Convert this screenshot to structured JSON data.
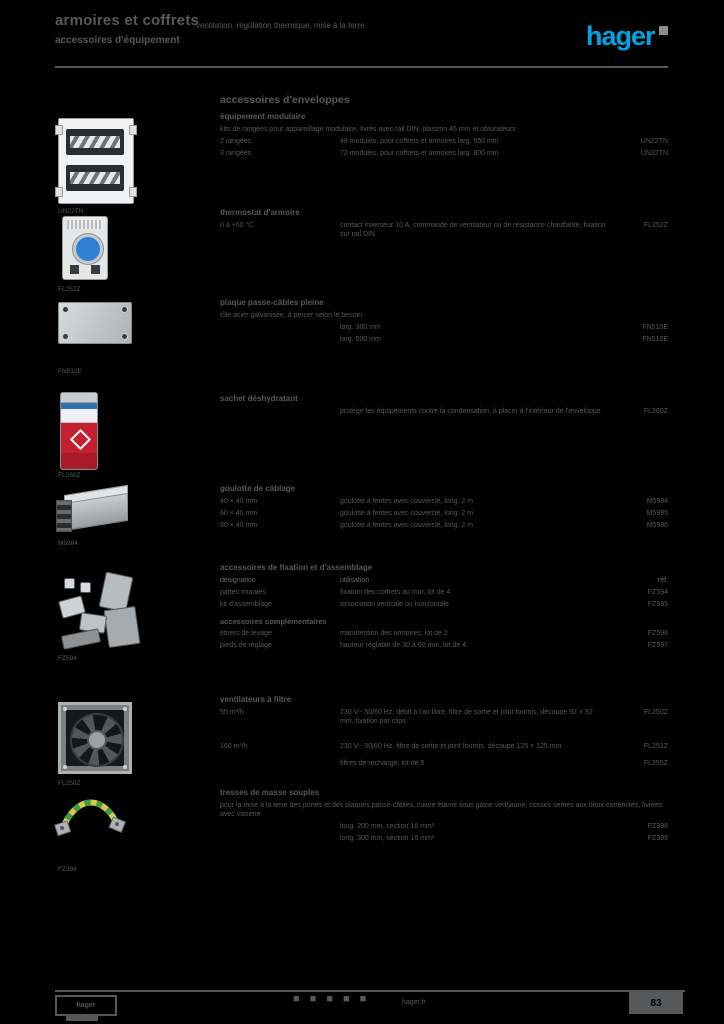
{
  "page": {
    "background_color": "#000000",
    "text_color": "#57585a",
    "accent_color": "#00a4e4"
  },
  "header": {
    "title_line1": "armoires et coffrets",
    "title_line2": "accessoires d'équipement",
    "subtitle": "ventilation, régulation thermique, mise à la terre",
    "brand": "hager"
  },
  "section": {
    "heading": "accessoires d'enveloppes"
  },
  "products": [
    {
      "caption": "UN22TN",
      "heading": "équipement modulaire",
      "intro": "kits de rangées pour appareillage modulaire, livrés avec rail DIN, plastron 45 mm et obturateurs",
      "rows": [
        {
          "label": "2 rangées",
          "desc": "48 modules, pour coffrets et armoires larg. 550 mm",
          "ref": "UN22TN"
        },
        {
          "label": "3 rangées",
          "desc": "72 modules, pour coffrets et armoires larg. 800 mm",
          "ref": "UN32TN"
        }
      ]
    },
    {
      "caption": "FL252Z",
      "heading": "thermostat d'armoire",
      "rows": [
        {
          "label": "0 à +60 °C",
          "desc": "contact inverseur 10 A, commande de ventilateur ou de résistance chauffante, fixation sur rail DIN",
          "ref": "FL252Z"
        }
      ]
    },
    {
      "caption": "FN512E",
      "heading": "plaque passe-câbles pleine",
      "intro": "tôle acier galvanisée, à percer selon le besoin",
      "rows": [
        {
          "label": "",
          "desc": "larg. 300 mm",
          "ref": "FN510E"
        },
        {
          "label": "",
          "desc": "larg. 500 mm",
          "ref": "FN512E"
        }
      ]
    },
    {
      "caption": "FL260Z",
      "heading": "sachet déshydratant",
      "rows": [
        {
          "label": "",
          "desc": "protège les équipements contre la condensation, à placer à l'intérieur de l'enveloppe",
          "ref": "FL260Z"
        }
      ]
    },
    {
      "caption": "M5984",
      "heading": "goulotte de câblage",
      "rows": [
        {
          "label": "40 × 40 mm",
          "desc": "goulotte à fentes avec couvercle, long. 2 m",
          "ref": "M5984"
        },
        {
          "label": "60 × 40 mm",
          "desc": "goulotte à fentes avec couvercle, long. 2 m",
          "ref": "M5985"
        },
        {
          "label": "80 × 40 mm",
          "desc": "goulotte à fentes avec couvercle, long. 2 m",
          "ref": "M5986"
        }
      ]
    },
    {
      "caption": "FZ594",
      "heading": "accessoires de fixation et d'assemblage",
      "colheads": {
        "c1": "désignation",
        "c2": "utilisation",
        "ref": "réf."
      },
      "subhead": "accessoires complémentaires",
      "rows": [
        {
          "label": "pattes murales",
          "desc": "fixation des coffrets au mur, lot de 4",
          "ref": "FZ594"
        },
        {
          "label": "kit d'assemblage",
          "desc": "association verticale ou horizontale",
          "ref": "FZ595"
        },
        {
          "label": "étriers de levage",
          "desc": "manutention des armoires, lot de 2",
          "ref": "FZ596"
        },
        {
          "label": "pieds de réglage",
          "desc": "hauteur réglable de 30 à 60 mm, lot de 4",
          "ref": "FZ597"
        }
      ]
    },
    {
      "caption": "FL250Z",
      "heading": "ventilateurs à filtre",
      "rows": [
        {
          "label": "55 m³/h",
          "desc": "230 V~ 50/60 Hz, débit à l'air libre, filtre de sortie et joint fournis, découpe 92 × 92 mm, fixation par clips",
          "ref": "FL250Z"
        },
        {
          "label": "160 m³/h",
          "desc": "230 V~ 50/60 Hz, filtre de sortie et joint fournis, découpe 125 × 125 mm",
          "ref": "FL251Z"
        },
        {
          "label": "",
          "desc": "filtres de rechange, lot de 5",
          "ref": "FL255Z"
        }
      ]
    },
    {
      "caption": "FZ398",
      "heading": "tresses de masse souples",
      "intro": "pour la mise à la terre des portes et des plaques passe-câbles, cuivre étamé sous gaine vert/jaune, cosses serties aux deux extrémités, livrées avec visserie",
      "rows": [
        {
          "label": "",
          "desc": "long. 200 mm, section 16 mm²",
          "ref": "FZ398"
        },
        {
          "label": "",
          "desc": "long. 300 mm, section 16 mm²",
          "ref": "FZ399"
        }
      ]
    }
  ],
  "footer": {
    "left_label": "hager",
    "icons": [
      "■",
      "■",
      "■",
      "■",
      "■"
    ],
    "site": "hager.fr",
    "page_number": "83"
  }
}
